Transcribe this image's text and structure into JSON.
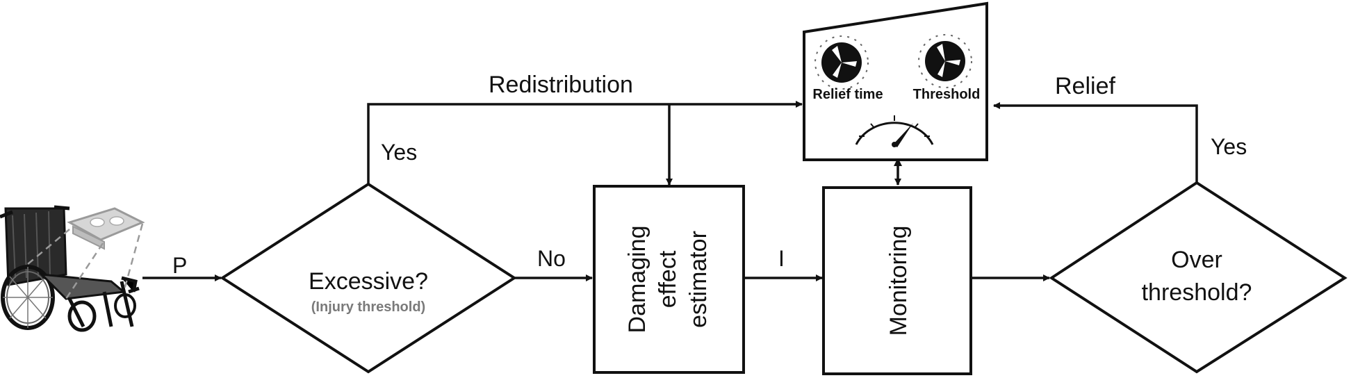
{
  "diagram": {
    "input_label": "P",
    "decision_excessive": {
      "title": "Excessive?",
      "subtitle": "(Injury threshold)"
    },
    "edge_no": "No",
    "edge_yes_left": "Yes",
    "edge_redistribution": "Redistribution",
    "estimator": {
      "line1": "Damaging",
      "line2": "effect",
      "line3": "estimator"
    },
    "edge_i": "I",
    "monitoring": "Monitoring",
    "decision_threshold": {
      "line1": "Over",
      "line2": "threshold?"
    },
    "edge_yes_right": "Yes",
    "edge_relief": "Relief",
    "control_panel": {
      "knob_left_label": "Relief time",
      "knob_right_label": "Threshold"
    }
  }
}
